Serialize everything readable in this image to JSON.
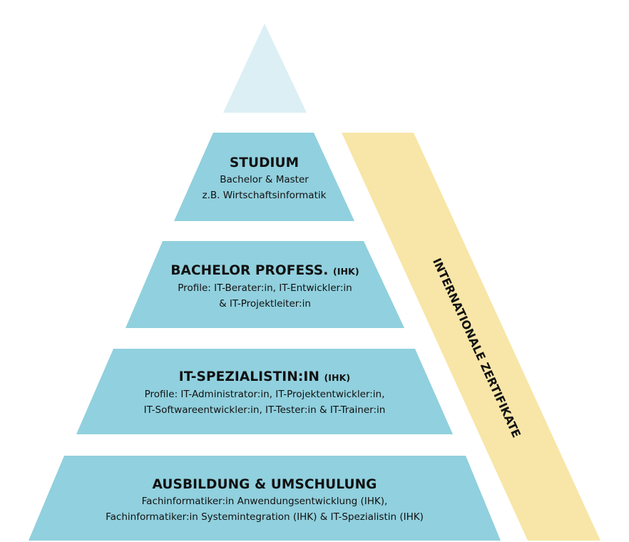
{
  "colors": {
    "level_fill": "#91D0DE",
    "top_fill": "#DCEFF4",
    "band_fill": "#F8E6A8",
    "text": "#111111"
  },
  "top": {
    "label": ""
  },
  "levels": [
    {
      "id": "studium",
      "title": "STUDIUM",
      "suffix": "",
      "lines": [
        "Bachelor & Master",
        "z.B. Wirtschaftsinformatik"
      ]
    },
    {
      "id": "bachelor-profess",
      "title": "BACHELOR PROFESS.",
      "suffix": "(IHK)",
      "lines": [
        "Profile: IT-Berater:in, IT-Entwickler:in",
        "& IT-Projektleiter:in"
      ]
    },
    {
      "id": "it-spezialist",
      "title": "IT-SPEZIALISTIN:IN",
      "suffix": "(IHK)",
      "lines": [
        "Profile: IT-Administrator:in, IT-Projektentwickler:in,",
        "IT-Softwareentwickler:in, IT-Tester:in & IT-Trainer:in"
      ]
    },
    {
      "id": "ausbildung",
      "title": "AUSBILDUNG & UMSCHULUNG",
      "suffix": "",
      "lines": [
        "Fachinformatiker:in Anwendungsentwicklung (IHK),",
        "Fachinformatiker:in Systemintegration (IHK) & IT-Spezialistin (IHK)"
      ]
    }
  ],
  "band": {
    "label": "INTERNATIONALE ZERTIFIKATE"
  }
}
